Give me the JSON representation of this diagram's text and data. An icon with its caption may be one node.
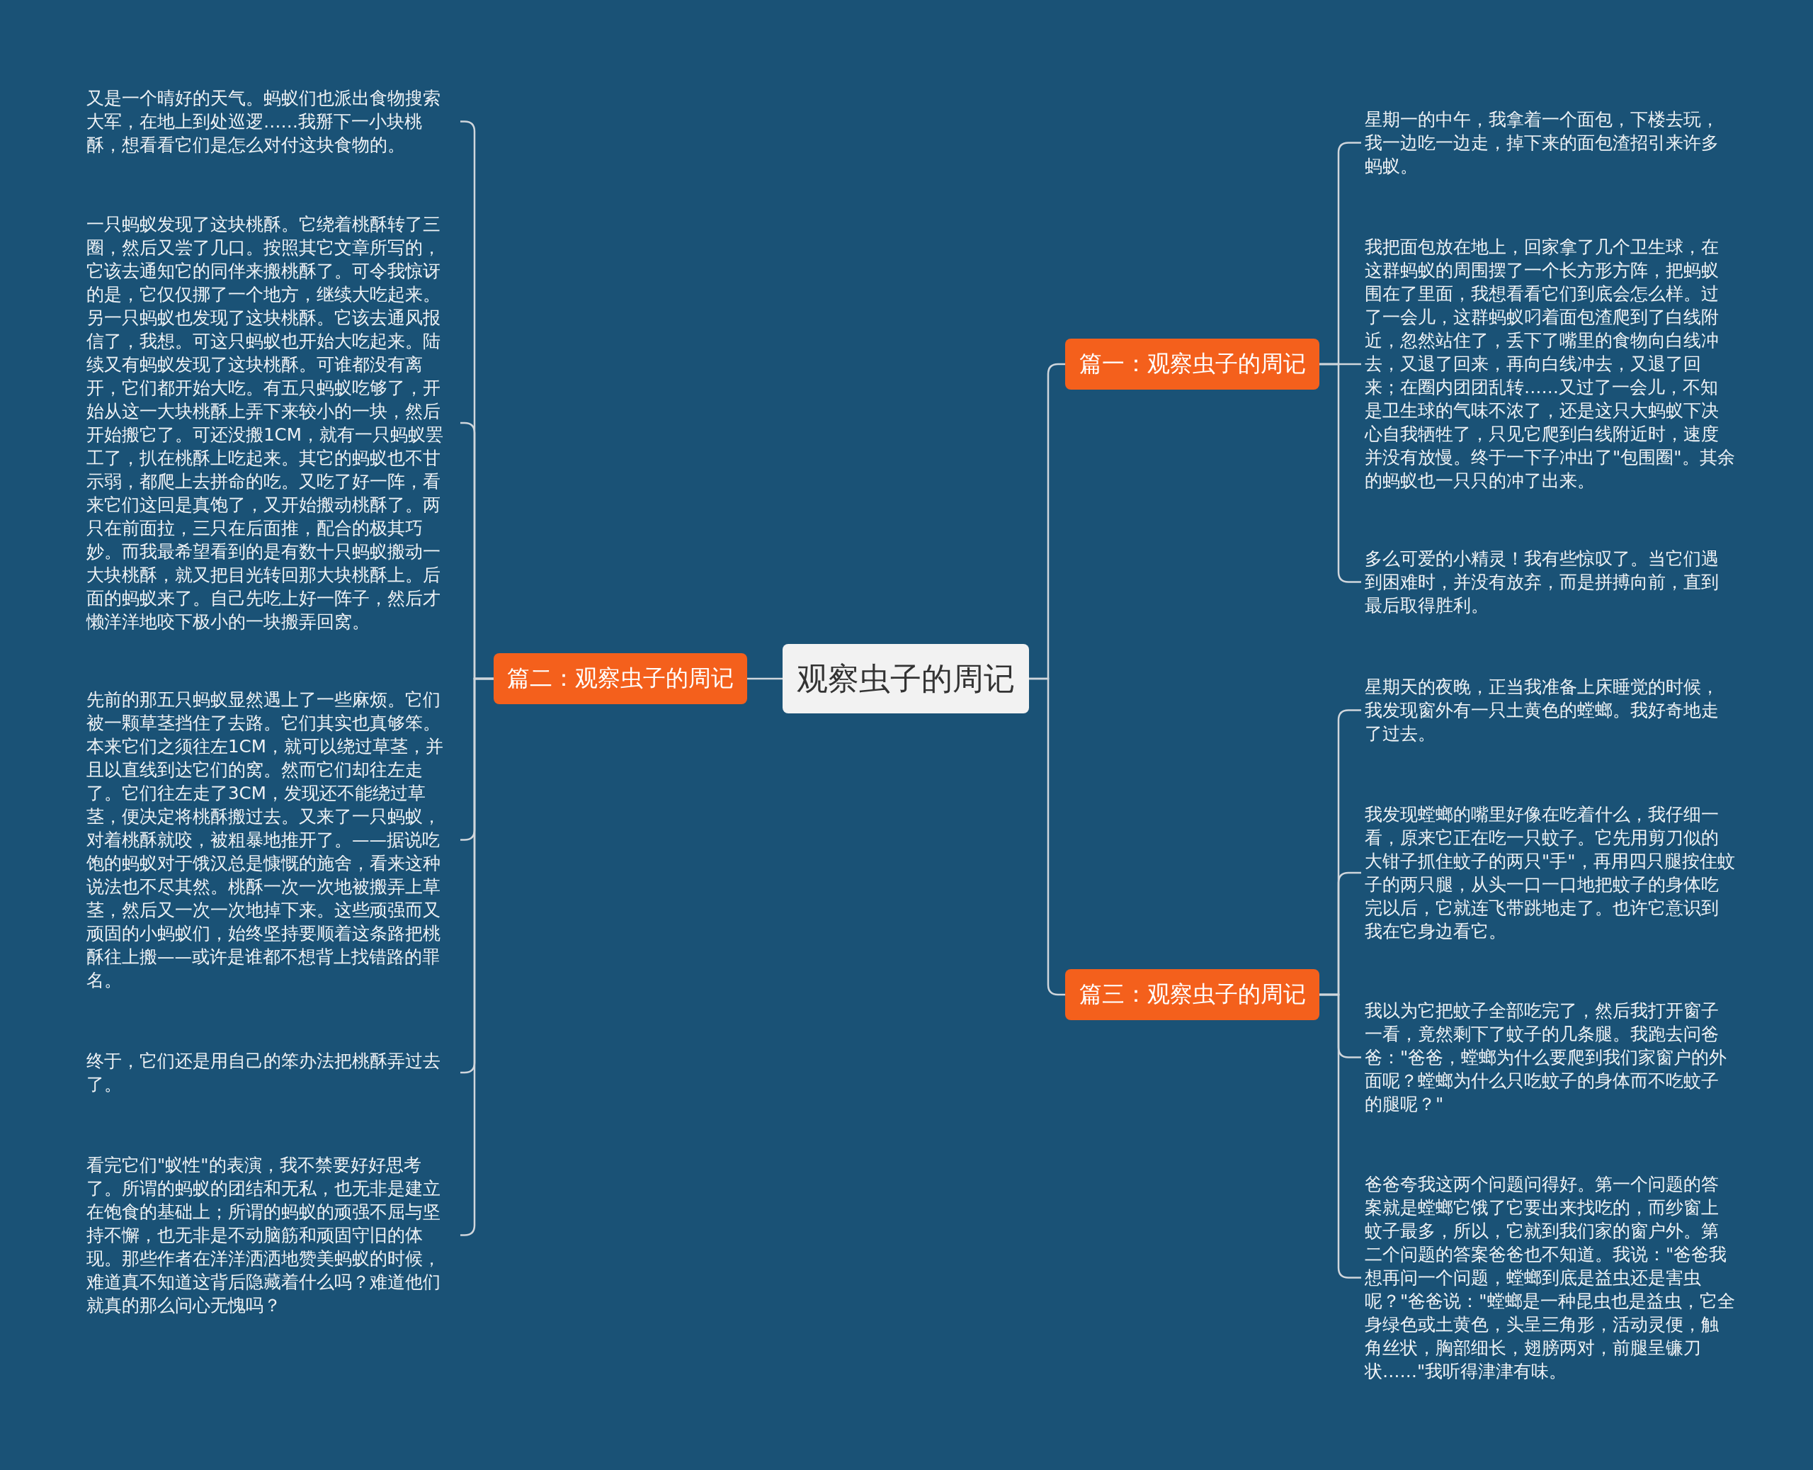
{
  "diagram": {
    "nodes": [
      {
        "text": [
          "观察虫子的周记"
        ]
      },
      {
        "text": [
          "篇一：观察虫子的周记"
        ]
      },
      {
        "text": [
          "星期一的中午，我拿着一个面包，下楼去玩，我一边吃一边走，掉下来的面包渣招引来许多蚂蚁。"
        ]
      },
      {
        "text": [
          "我把面包放在地上，回家拿了几个卫生球，在这群蚂蚁的周围摆了一个长方形方阵，把蚂蚁围在了里面，我想看看它们到底会怎么样。过了一会儿，这群蚂蚁叼着面包渣爬到了白线附近，忽然站住了，丢下了嘴里的食物向白线冲去，又退了回来，再向白线冲去，又退了回来；在圈内团团乱转……又过了一会儿，不知是卫生球的气味不浓了，还是这只大蚂蚁下决心自我牺牲了，只见它爬到白线附近时，速度并没有放慢。终于一下子冲出了\"包围圈\"。其余的蚂蚁也一只只的冲了出来。"
        ]
      },
      {
        "text": [
          "多么可爱的小精灵！我有些惊叹了。当它们遇到困难时，并没有放弃，而是拼搏向前，直到最后取得胜利。"
        ]
      },
      {
        "text": [
          "篇二：观察虫子的周记"
        ]
      },
      {
        "text": [
          "又是一个晴好的天气。蚂蚁们也派出食物搜索大军，在地上到处巡逻……我掰下一小块桃酥，想看看它们是怎么对付这块食物的。"
        ]
      },
      {
        "text": [
          "一只蚂蚁发现了这块桃酥。它绕着桃酥转了三圈，然后又尝了几口。按照其它文章所写的，它该去通知它的同伴来搬桃酥了。可令我惊讶的是，它仅仅挪了一个地方，继续大吃起来。另一只蚂蚁也发现了这块桃酥。它该去通风报信了，我想。可这只蚂蚁也开始大吃起来。陆续又有蚂蚁发现了这块桃酥。可谁都没有离开，它们都开始大吃。有五只蚂蚁吃够了，开始从这一大块桃酥上弄下来较小的一块，然后开始搬它了。可还没搬1CM，就有一只蚂蚁罢工了，扒在桃酥上吃起来。其它的蚂蚁也不甘示弱，都爬上去拼命的吃。又吃了好一阵，看来它们这回是真饱了，又开始搬动桃酥了。两只在前面拉，三只在后面推，配合的极其巧妙。而我最希望看到的是有数十只蚂蚁搬动一大块桃酥，就又把目光转回那大块桃酥上。后面的蚂蚁来了。自己先吃上好一阵子，然后才懒洋洋地咬下极小的一块搬弄回窝。"
        ]
      },
      {
        "text": [
          "先前的那五只蚂蚁显然遇上了一些麻烦。它们被一颗草茎挡住了去路。它们其实也真够笨。本来它们之须往左1CM，就可以绕过草茎，并且以直线到达它们的窝。然而它们却往左走了。它们往左走了3CM，发现还不能绕过草茎，便决定将桃酥搬过去。又来了一只蚂蚁，对着桃酥就咬，被粗暴地推开了。——据说吃饱的蚂蚁对于饿汉总是慷慨的施舍，看来这种说法也不尽其然。桃酥一次一次地被搬弄上草茎，然后又一次一次地掉下来。这些顽强而又顽固的小蚂蚁们，始终坚持要顺着这条路把桃酥往上搬——或许是谁都不想背上找错路的罪名。"
        ]
      },
      {
        "text": [
          "终于，它们还是用自己的笨办法把桃酥弄过去了。"
        ]
      },
      {
        "text": [
          "看完它们\"蚁性\"的表演，我不禁要好好思考了。所谓的蚂蚁的团结和无私，也无非是建立在饱食的基础上；所谓的蚂蚁的顽强不屈与坚持不懈，也无非是不动脑筋和顽固守旧的体现。那些作者在洋洋洒洒地赞美蚂蚁的时候，难道真不知道这背后隐藏着什么吗？难道他们就真的那么问心无愧吗？"
        ]
      },
      {
        "text": [
          "篇三：观察虫子的周记"
        ]
      },
      {
        "text": [
          "星期天的夜晚，正当我准备上床睡觉的时候，我发现窗外有一只土黄色的螳螂。我好奇地走了过去。"
        ]
      },
      {
        "text": [
          "我发现螳螂的嘴里好像在吃着什么，我仔细一看，原来它正在吃一只蚊子。它先用剪刀似的大钳子抓住蚊子的两只\"手\"，再用四只腿按住蚊子的两只腿，从头一口一口地把蚊子的身体吃完以后，它就连飞带跳地走了。也许它意识到我在它身边看它。"
        ]
      },
      {
        "text": [
          "我以为它把蚊子全部吃完了，然后我打开窗子一看，竟然剩下了蚊子的几条腿。我跑去问爸爸：\"爸爸，螳螂为什么要爬到我们家窗户的外面呢？螳螂为什么只吃蚊子的身体而不吃蚊子的腿呢？\""
        ]
      },
      {
        "text": [
          "爸爸夸我这两个问题问得好。第一个问题的答案就是螳螂它饿了它要出来找吃的，而纱窗上蚊子最多，所以，它就到我们家的窗户外。第二个问题的答案爸爸也不知道。我说：\"爸爸我想再问一个问题，螳螂到底是益虫还是害虫呢？\"爸爸说：\"螳螂是一种昆虫也是益虫，它全身绿色或土黄色，头呈三角形，活动灵便，触角丝状，胸部细长，翅膀两对，前腿呈镰刀状……\"我听得津津有味。"
        ]
      }
    ],
    "edges": [
      {
        "from": 0,
        "to": 1,
        "arrow": "none"
      },
      {
        "from": 1,
        "to": 2,
        "arrow": "none"
      },
      {
        "from": 1,
        "to": 3,
        "arrow": "none"
      },
      {
        "from": 1,
        "to": 4,
        "arrow": "none"
      },
      {
        "from": 0,
        "to": 5,
        "arrow": "none"
      },
      {
        "from": 5,
        "to": 6,
        "arrow": "none"
      },
      {
        "from": 5,
        "to": 7,
        "arrow": "none"
      },
      {
        "from": 5,
        "to": 8,
        "arrow": "none"
      },
      {
        "from": 5,
        "to": 9,
        "arrow": "none"
      },
      {
        "from": 5,
        "to": 10,
        "arrow": "none"
      },
      {
        "from": 0,
        "to": 11,
        "arrow": "none"
      },
      {
        "from": 11,
        "to": 12,
        "arrow": "none"
      },
      {
        "from": 11,
        "to": 13,
        "arrow": "none"
      },
      {
        "from": 11,
        "to": 14,
        "arrow": "none"
      },
      {
        "from": 11,
        "to": 15,
        "arrow": "none"
      }
    ]
  }
}
